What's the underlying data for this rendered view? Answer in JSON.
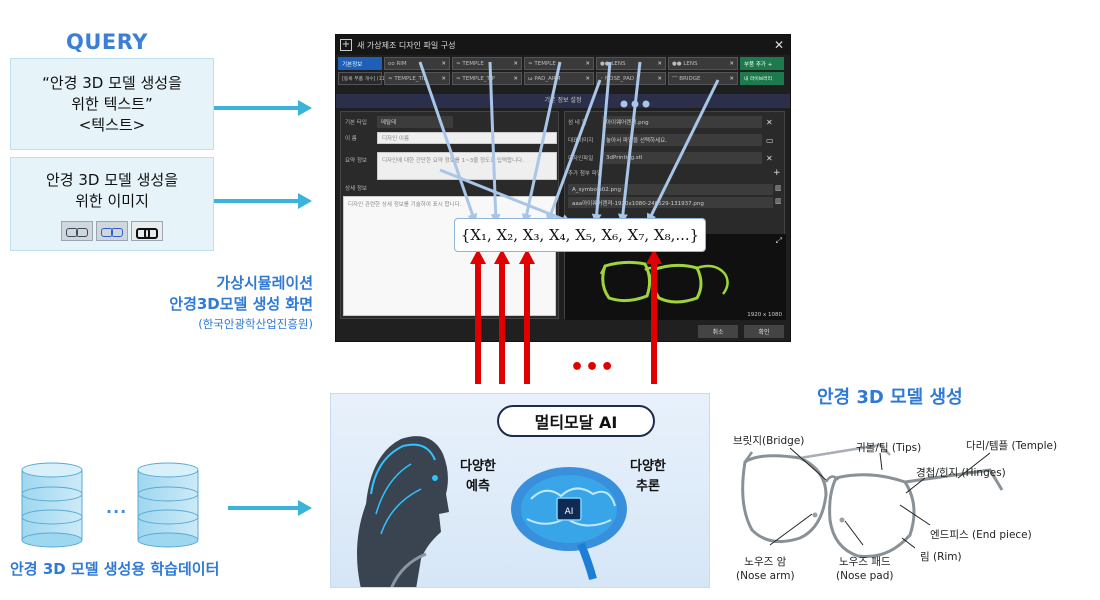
{
  "query": {
    "title": "QUERY",
    "text_box": {
      "line1": "“안경 3D 모델 생성을",
      "line2": "위한 텍스트”",
      "line3": "<텍스트>"
    },
    "image_box": {
      "line1": "안경 3D 모델 생성을",
      "line2": "위한 이미지"
    }
  },
  "simulation": {
    "line1": "가상시뮬레이션",
    "line2": "안경3D모델 생성 화면",
    "line3": "(한국안광학산업진흥원)"
  },
  "training_data": {
    "label": "안경 3D 모델 생성용 학습데이터",
    "ellipsis": "..."
  },
  "window": {
    "title": "새 가상제조 디자인 파일 구성",
    "close": "✕",
    "tabs_row1": [
      {
        "label": "기본정보",
        "style": "blue"
      },
      {
        "label": "RIM",
        "close": true
      },
      {
        "label": "TEMPLE",
        "close": true
      },
      {
        "label": "TEMPLE",
        "close": true
      },
      {
        "label": "LENS",
        "close": true
      },
      {
        "label": "LENS",
        "close": false
      },
      {
        "label": "부품 추가 +",
        "style": "green"
      }
    ],
    "tabs_row2": [
      {
        "label": "[등록 부품 개수] (11 / 100)",
        "style": "plain"
      },
      {
        "label": "TEMPLE_TIP",
        "close": true
      },
      {
        "label": "TEMPLE_TIP",
        "close": true
      },
      {
        "label": "PAD_ARM",
        "close": true
      },
      {
        "label": "NOSE_PAD",
        "close": true
      },
      {
        "label": "BRIDGE",
        "close": true
      },
      {
        "label": "내 라이브러리",
        "style": "green"
      }
    ],
    "panel_title": "기본 정보 설정",
    "left": {
      "type_label": "기본 타입",
      "type_value": "메탈테",
      "name_label": "이 름",
      "name_placeholder": "디자인 이름",
      "summary_label": "요약 정보",
      "summary_placeholder": "디자인에 대한 간단한 요약 정보를 1~3줄 정도로 입력합니다.",
      "detail_label": "상세 정보",
      "detail_placeholder": "디자인 관련한 상세 정보를 기술하여 표시 합니다."
    },
    "right": {
      "thumb_label": "섬 네 일",
      "thumb_value": "아이웨어렌져.png",
      "rep_label": "대표이미지",
      "rep_value": "놓아서 파일을 선택하세요.",
      "design_label": "디자인파일",
      "design_value": "3dPrinting.stl",
      "attach_label": "추가 첨부 파일",
      "attach_files": [
        "A_symbole02.png",
        "aaa아이웨어렌져-1920x1080-240529-131937.png"
      ],
      "resolution": "1920 x 1080"
    },
    "buttons": {
      "cancel": "취소",
      "confirm": "확인"
    }
  },
  "sequence": "{X₁, X₂, X₃, X₄, X₅, X₆, X₇, X₈,...}",
  "red_dots": "•••",
  "ai": {
    "pill": "멀티모달 AI",
    "left_text": {
      "line1": "다양한",
      "line2": "예측"
    },
    "right_text": {
      "line1": "다양한",
      "line2": "추론"
    },
    "chip": "AI"
  },
  "result": {
    "title": "안경 3D 모델 생성",
    "parts": {
      "bridge": "브릿지(Bridge)",
      "tips": "귀볼/팁 (Tips)",
      "temple": "다리/템플 (Temple)",
      "hinges": "경첩/힌지 (Hinges)",
      "end_piece": "엔드피스 (End piece)",
      "rim": "림 (Rim)",
      "nose_arm_ko": "노우즈 암",
      "nose_arm_en": "(Nose arm)",
      "nose_pad_ko": "노우즈 패드",
      "nose_pad_en": "(Nose pad)"
    }
  },
  "colors": {
    "accent_blue": "#2f7ad6",
    "arrow_blue": "#3bb3dd",
    "red": "#e00000",
    "panel_bg": "#e6f4fa"
  }
}
